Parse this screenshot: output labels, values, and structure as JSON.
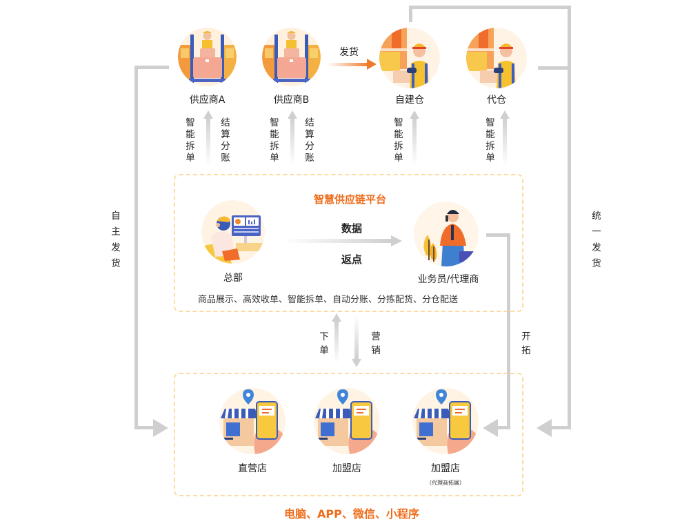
{
  "top_nodes": [
    {
      "id": "supplier-a",
      "label": "供应商A",
      "icon": "forklift-worker-icon"
    },
    {
      "id": "supplier-b",
      "label": "供应商B",
      "icon": "forklift-worker-icon"
    },
    {
      "id": "own-warehouse",
      "label": "自建仓",
      "icon": "warehouse-worker-icon"
    },
    {
      "id": "agent-warehouse",
      "label": "代仓",
      "icon": "warehouse-worker-icon"
    }
  ],
  "ship_arrow_label": "发货",
  "up_arrows": [
    {
      "left": "智能拆单",
      "right": "结算分账"
    },
    {
      "left": "智能拆单",
      "right": "结算分账"
    },
    {
      "left": "智能拆单",
      "right": ""
    },
    {
      "left": "智能拆单",
      "right": ""
    }
  ],
  "platform": {
    "title": "智慧供应链平台",
    "hq_label": "总部",
    "hq_icon": "computer-operator-icon",
    "agent_label": "业务员/代理商",
    "agent_icon": "businessman-phone-icon",
    "flow_top": "数据",
    "flow_bottom": "返点",
    "features": "商品展示、高效收单、智能拆单、自动分账、分拣配货、分仓配送"
  },
  "middle_arrows": {
    "up": "下单",
    "down": "营销"
  },
  "side_labels": {
    "left": "自主发货",
    "right": "统一发货",
    "expand": "开拓"
  },
  "stores": [
    {
      "label": "直营店",
      "sub": "",
      "icon": "store-phone-icon"
    },
    {
      "label": "加盟店",
      "sub": "",
      "icon": "store-phone-icon"
    },
    {
      "label": "加盟店",
      "sub": "（代理商拓展）",
      "icon": "store-phone-icon"
    }
  ],
  "channels_title": "电脑、APP、微信、小程序",
  "colors": {
    "accent": "#ef6c1a",
    "dash": "#fcdba0",
    "connector": "#cfcfcf"
  }
}
